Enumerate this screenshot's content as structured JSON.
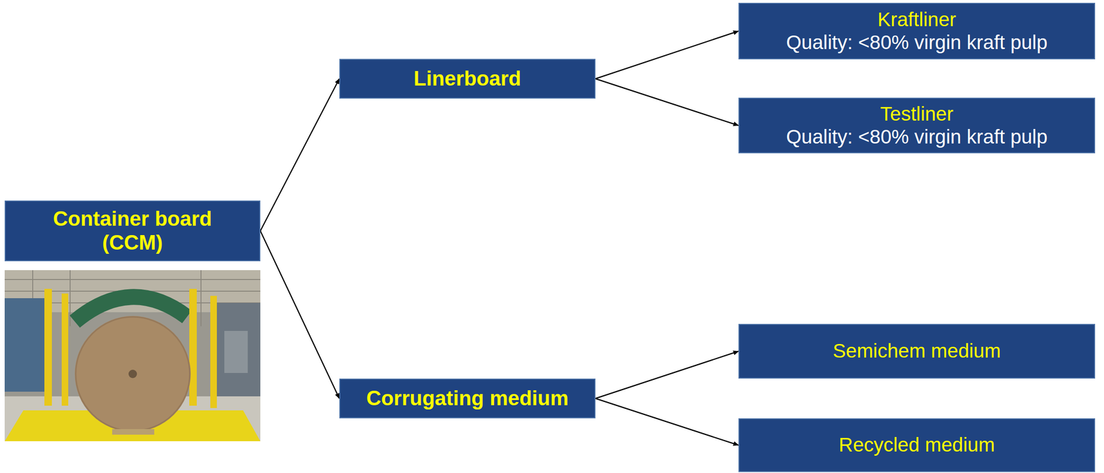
{
  "diagram": {
    "nodes": [
      {
        "text": [
          "Container board (CCM)"
        ]
      },
      {
        "text": [
          "Linerboard"
        ]
      },
      {
        "text": [
          "Kraftliner",
          "Quality: <80% virgin kraft pulp"
        ]
      },
      {
        "text": [
          "Testliner",
          "Quality: <80% virgin kraft pulp"
        ]
      },
      {
        "text": [
          "Corrugating medium"
        ]
      },
      {
        "text": [
          "Semichem medium"
        ]
      },
      {
        "text": [
          "Recycled medium"
        ]
      }
    ],
    "edges": [
      {
        "from": 0,
        "to": 1,
        "arrow": "to"
      },
      {
        "from": 0,
        "to": 4,
        "arrow": "to"
      },
      {
        "from": 1,
        "to": 2,
        "arrow": "to"
      },
      {
        "from": 1,
        "to": 3,
        "arrow": "to"
      },
      {
        "from": 4,
        "to": 5,
        "arrow": "to"
      },
      {
        "from": 4,
        "to": 6,
        "arrow": "to"
      }
    ]
  }
}
